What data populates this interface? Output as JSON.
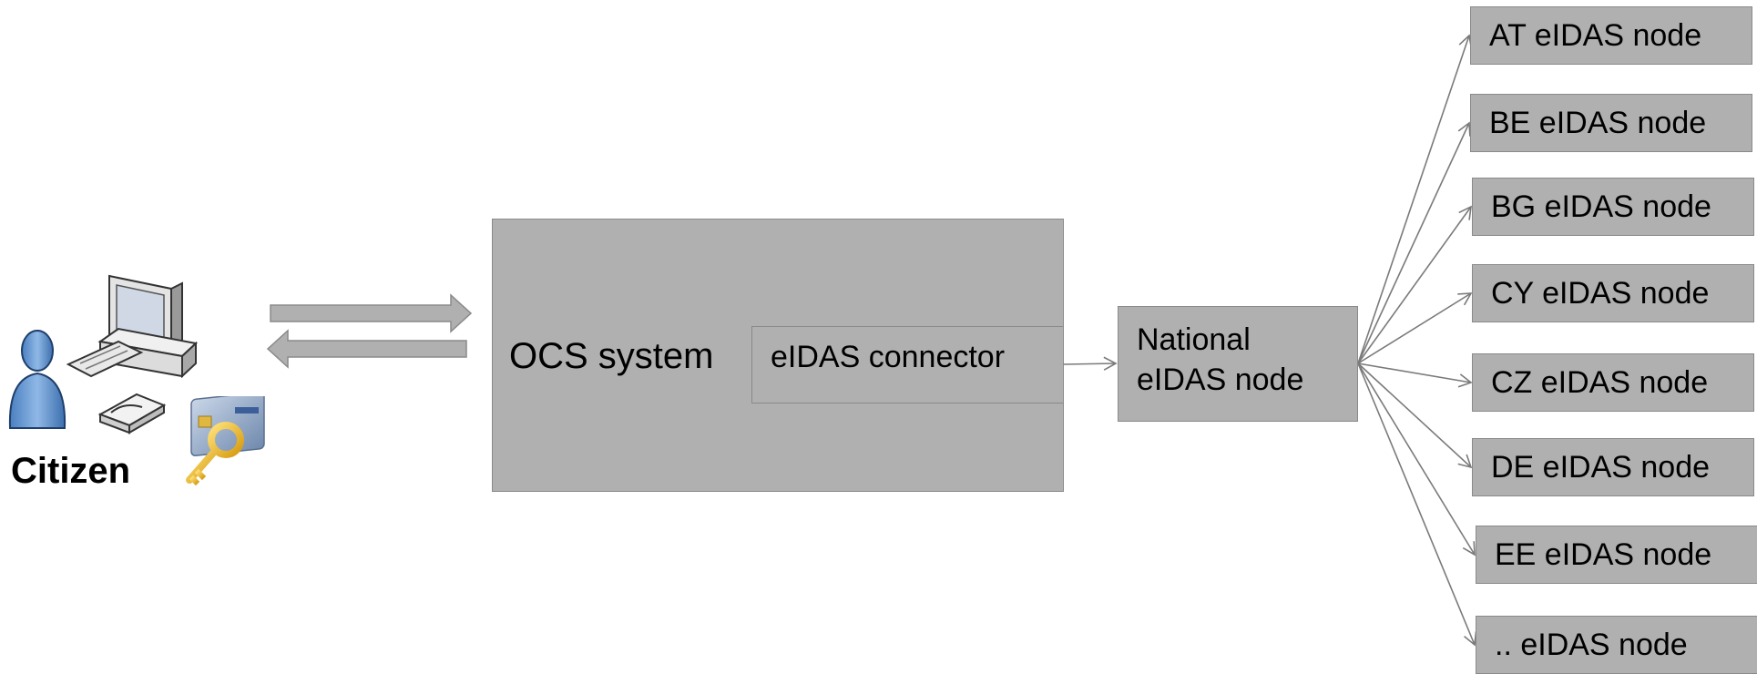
{
  "actor": {
    "label": "Citizen",
    "icons": [
      "person-icon",
      "computer-icon",
      "smartcard-key-icon"
    ]
  },
  "ocs": {
    "label": "OCS system"
  },
  "connector": {
    "label": "eIDAS connector"
  },
  "national_node": {
    "label": "National\neIDAS node"
  },
  "nodes": [
    "AT eIDAS node",
    "BE eIDAS node",
    "BG eIDAS node",
    "CY eIDAS node",
    "CZ eIDAS node",
    "DE eIDAS node",
    "EE eIDAS node",
    ".. eIDAS node"
  ],
  "colors": {
    "box_fill": "#b0b0b0",
    "box_border": "#8a8a8a",
    "arrow": "#7a7a7a"
  }
}
